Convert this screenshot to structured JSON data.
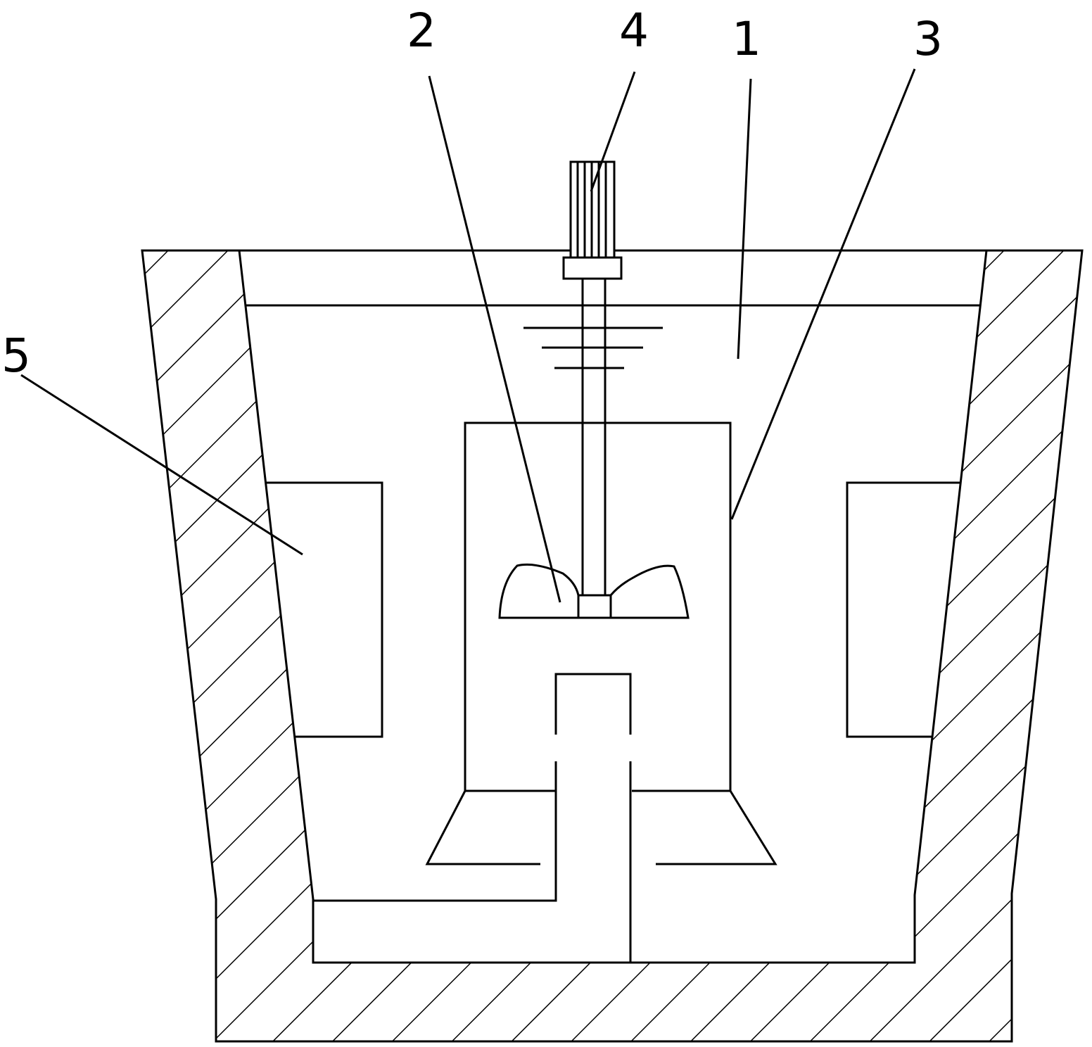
{
  "diagram": {
    "labels": {
      "part1": "1",
      "part2": "2",
      "part3": "3",
      "part4": "4",
      "part5": "5"
    },
    "colors": {
      "stroke": "#000000",
      "background": "#ffffff"
    }
  }
}
